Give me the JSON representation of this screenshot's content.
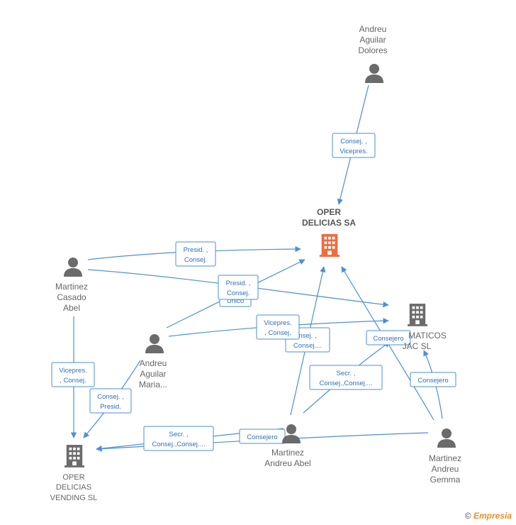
{
  "nodes": {
    "oper_delicias_sa": {
      "lines": [
        "OPER",
        "DELICIAS SA"
      ],
      "type": "company-main",
      "color": "#f26a3d"
    },
    "andreu_aguilar_dolores": {
      "lines": [
        "Andreu",
        "Aguilar",
        "Dolores"
      ],
      "type": "person"
    },
    "martinez_casado_abel": {
      "lines": [
        "Martinez",
        "Casado",
        "Abel"
      ],
      "type": "person"
    },
    "andreu_aguilar_maria": {
      "lines": [
        "Andreu",
        "Aguilar",
        "Maria..."
      ],
      "type": "person"
    },
    "maticos_jac_sl": {
      "lines": [
        "MATICOS",
        "JAC SL"
      ],
      "type": "company"
    },
    "oper_delicias_vending": {
      "lines": [
        "OPER",
        "DELICIAS",
        "VENDING SL"
      ],
      "type": "company"
    },
    "martinez_andreu_abel": {
      "lines": [
        "Martinez",
        "Andreu Abel"
      ],
      "type": "person"
    },
    "martinez_andreu_gemma": {
      "lines": [
        "Martinez",
        "Andreu",
        "Gemma"
      ],
      "type": "person"
    }
  },
  "edge_labels": {
    "dolores_oper": [
      "Consej. ,",
      "Vicepres."
    ],
    "casado_oper": [
      "Presid. ,",
      "Consej."
    ],
    "maria_oper": [
      "Presid. ,",
      "Consej."
    ],
    "maria_oper_unico": [
      "Único"
    ],
    "maria_maticos": [
      "Vicepres.",
      ", Consej."
    ],
    "abel_oper": [
      "nsej. ,",
      "Consej...."
    ],
    "abel_maticos": [
      "Secr. ,",
      "Consej.,Consej...."
    ],
    "gemma_oper": [
      "Consejero"
    ],
    "gemma_maticos": [
      "Consejero"
    ],
    "casado_vending": [
      "Vicepres.",
      ", Consej."
    ],
    "maria_vending": [
      "Consej. ,",
      "Presid."
    ],
    "abel_vending": [
      "Secr. ,",
      "Consej.,Consej...."
    ],
    "gemma_vending": [
      "Consejero"
    ]
  },
  "colors": {
    "edge": "#4a8fdb",
    "person_icon": "#666666",
    "company_icon": "#666666",
    "main_company": "#f26a3d"
  },
  "footer": {
    "copyright": "©",
    "brand": "Empresia"
  }
}
